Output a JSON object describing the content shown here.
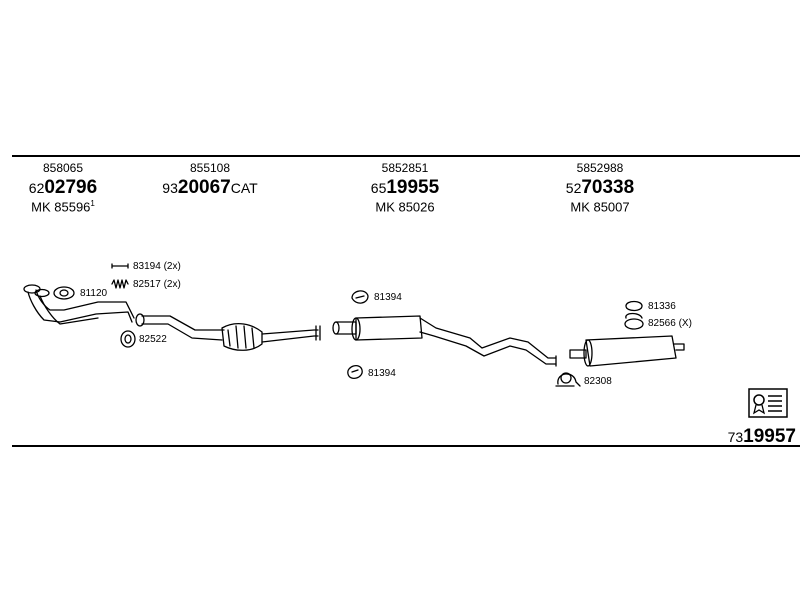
{
  "columns": [
    {
      "part": "858065",
      "code_prefix": "62",
      "code_main": "02796",
      "code_suffix": "",
      "mk": "MK 85596",
      "mk_sup": "1"
    },
    {
      "part": "855108",
      "code_prefix": "93",
      "code_main": "20067",
      "code_suffix": "CAT",
      "mk": "",
      "mk_sup": ""
    },
    {
      "part": "5852851",
      "code_prefix": "65",
      "code_main": "19955",
      "code_suffix": "",
      "mk": "MK 85026",
      "mk_sup": ""
    },
    {
      "part": "5852988",
      "code_prefix": "52",
      "code_main": "70338",
      "code_suffix": "",
      "mk": "MK 85007",
      "mk_sup": ""
    }
  ],
  "labels": {
    "l81120": "81120",
    "l83194": "83194 (2x)",
    "l82517": "82517 (2x)",
    "l82522": "82522",
    "l81394a": "81394",
    "l81394b": "81394",
    "l81336": "81336",
    "l82566": "82566 (X)",
    "l82308": "82308"
  },
  "footer": {
    "prefix": "73",
    "main": "19957"
  },
  "colors": {
    "line": "#000000",
    "background": "#ffffff"
  }
}
